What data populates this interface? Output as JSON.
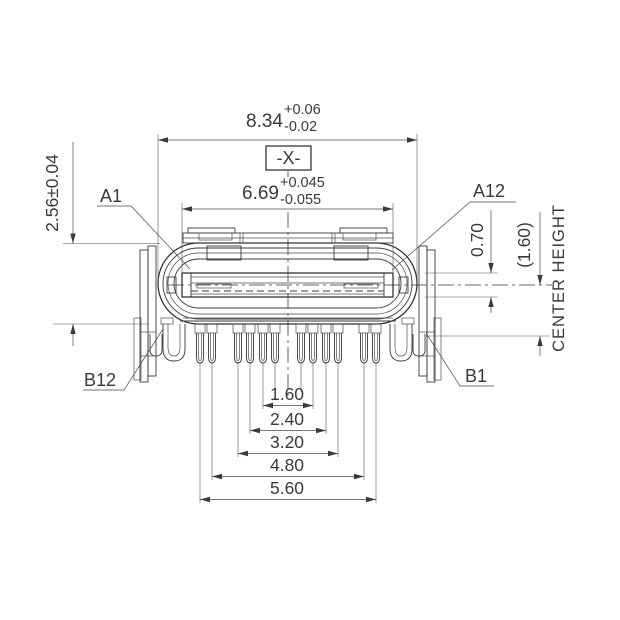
{
  "drawing": {
    "top": {
      "dim_main": "8.34",
      "dim_tol_plus": "+0.06",
      "dim_tol_minus": "-0.02",
      "datum": "-X-"
    },
    "tongue": {
      "dim_main": "6.69",
      "dim_tol_plus": "+0.045",
      "dim_tol_minus": "-0.055",
      "thickness": "0.70"
    },
    "left": {
      "height": "2.56±0.04",
      "pin_top": "A1",
      "pin_bottom": "B12"
    },
    "right": {
      "pin_top": "A12",
      "pin_bottom": "B1",
      "center_height_value": "(1.60)",
      "center_height_label": "CENTER HEIGHT"
    },
    "bottom_pitches": [
      "1.60",
      "2.40",
      "3.20",
      "4.80",
      "5.60"
    ]
  }
}
